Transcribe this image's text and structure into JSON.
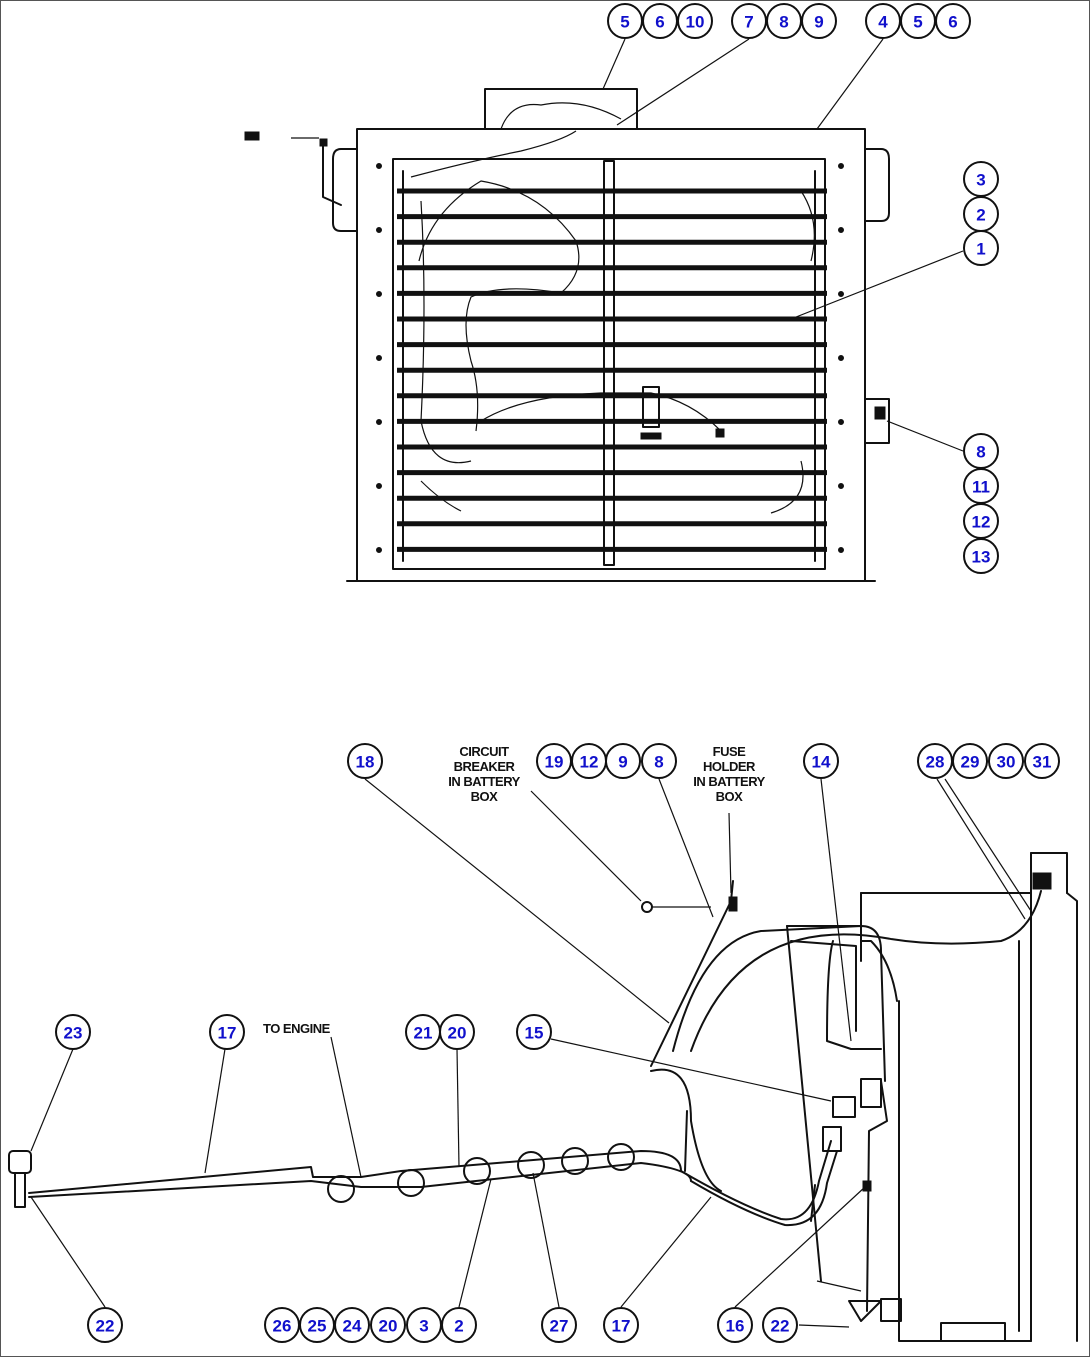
{
  "callouts": {
    "c_5a": "5",
    "c_6a": "6",
    "c_10": "10",
    "c_7": "7",
    "c_8a": "8",
    "c_9a": "9",
    "c_4": "4",
    "c_5b": "5",
    "c_6b": "6",
    "c_3a": "3",
    "c_2a": "2",
    "c_1": "1",
    "c_8b": "8",
    "c_11": "11",
    "c_12a": "12",
    "c_13": "13",
    "c_18": "18",
    "c_19": "19",
    "c_12b": "12",
    "c_9b": "9",
    "c_8c": "8",
    "c_14": "14",
    "c_28": "28",
    "c_29": "29",
    "c_30": "30",
    "c_31": "31",
    "c_23": "23",
    "c_17a": "17",
    "c_21": "21",
    "c_20a": "20",
    "c_15": "15",
    "c_22a": "22",
    "c_26": "26",
    "c_25": "25",
    "c_24": "24",
    "c_20b": "20",
    "c_3b": "3",
    "c_2b": "2",
    "c_27": "27",
    "c_17b": "17",
    "c_16": "16",
    "c_22b": "22"
  },
  "labels": {
    "circuit_breaker": [
      "CIRCUIT",
      "BREAKER",
      "IN BATTERY",
      "BOX"
    ],
    "fuse_holder": [
      "FUSE",
      "HOLDER",
      "IN BATTERY",
      "BOX"
    ],
    "to_engine": "TO ENGINE"
  }
}
